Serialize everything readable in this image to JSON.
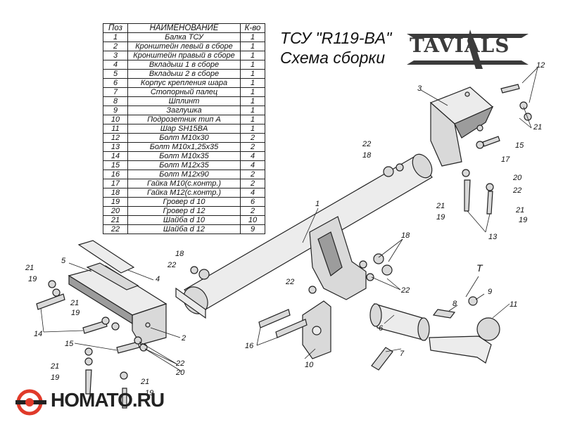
{
  "table": {
    "headers": {
      "pos": "Поз",
      "name": "НАИМЕНОВАНИЕ",
      "qty": "К-во"
    },
    "rows": [
      {
        "pos": "1",
        "name": "Балка ТСУ",
        "qty": "1"
      },
      {
        "pos": "2",
        "name": "Кронштейн левый в сборе",
        "qty": "1"
      },
      {
        "pos": "3",
        "name": "Кронштейн правый в сборе",
        "qty": "1"
      },
      {
        "pos": "4",
        "name": "Вкладыш 1 в сборе",
        "qty": "1"
      },
      {
        "pos": "5",
        "name": "Вкладыш 2 в сборе",
        "qty": "1"
      },
      {
        "pos": "6",
        "name": "Корпус крепления шара",
        "qty": "1"
      },
      {
        "pos": "7",
        "name": "Стопорный палец",
        "qty": "1"
      },
      {
        "pos": "8",
        "name": "Шплинт",
        "qty": "1"
      },
      {
        "pos": "9",
        "name": "Заглушка",
        "qty": "1"
      },
      {
        "pos": "10",
        "name": "Подрозетник тип А",
        "qty": "1"
      },
      {
        "pos": "11",
        "name": "Шар SH15BA",
        "qty": "1"
      },
      {
        "pos": "12",
        "name": "Болт М10х30",
        "qty": "2"
      },
      {
        "pos": "13",
        "name": "Болт М10х1,25х35",
        "qty": "2"
      },
      {
        "pos": "14",
        "name": "Болт М10х35",
        "qty": "4"
      },
      {
        "pos": "15",
        "name": "Болт М12х35",
        "qty": "4"
      },
      {
        "pos": "16",
        "name": "Болт М12х90",
        "qty": "2"
      },
      {
        "pos": "17",
        "name": "Гайка М10(с.контр.)",
        "qty": "2"
      },
      {
        "pos": "18",
        "name": "Гайка М12(с.контр.)",
        "qty": "4"
      },
      {
        "pos": "19",
        "name": "Гровер d 10",
        "qty": "6"
      },
      {
        "pos": "20",
        "name": "Гровер d 12",
        "qty": "2"
      },
      {
        "pos": "21",
        "name": "Шайба d 10",
        "qty": "10"
      },
      {
        "pos": "22",
        "name": "Шайба d 12",
        "qty": "9"
      }
    ]
  },
  "title": {
    "line1": "ТСУ \"R119-BA\"",
    "line2": "Схема сборки"
  },
  "brand": {
    "name": "TAVIALS"
  },
  "watermark": {
    "text": "HOMATO.RU"
  },
  "callouts": {
    "c1": "1",
    "c2": "2",
    "c3": "3",
    "c4": "4",
    "c5": "5",
    "c6": "6",
    "c7": "7",
    "c8": "8",
    "c9": "9",
    "c10": "10",
    "c11": "11",
    "cT": "T",
    "c12": "12",
    "c13": "13",
    "c14": "14",
    "c15a": "15",
    "c15b": "15",
    "c16": "16",
    "c17": "17",
    "c18a": "18",
    "c18b": "18",
    "c18c": "18",
    "c19a": "19",
    "c19b": "19",
    "c19c": "19",
    "c19d": "19",
    "c19e": "19",
    "c19f": "19",
    "c20a": "20",
    "c20b": "20",
    "c21a": "21",
    "c21b": "21",
    "c21c": "21",
    "c21d": "21",
    "c21e": "21",
    "c21f": "21",
    "c21g": "21",
    "c22a": "22",
    "c22b": "22",
    "c22c": "22",
    "c22d": "22",
    "c22e": "22",
    "c22f": "22"
  },
  "colors": {
    "line": "#222222",
    "metal": "#d9d9d9",
    "shadow": "#9c9c9c",
    "watermark_accent": "#e03a2a"
  }
}
